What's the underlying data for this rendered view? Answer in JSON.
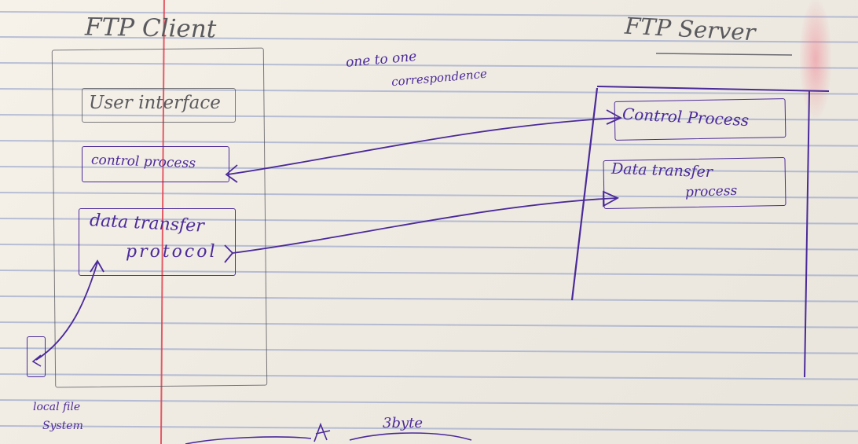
{
  "client": {
    "title": "FTP Client",
    "user_interface": "User interface",
    "control_process": "control process",
    "data_transfer_line1": "data transfer",
    "data_transfer_line2": "protocol"
  },
  "server": {
    "title": "FTP Server",
    "control_process": "Control Process",
    "data_transfer_line1": "Data transfer",
    "data_transfer_line2": "process"
  },
  "correspondence_line1": "one to one",
  "correspondence_line2": "correspondence",
  "local_file_line1": "local file",
  "local_file_line2": "System",
  "bottom_text_1": "3byte",
  "colors": {
    "paper": "#f3efe6",
    "ruled_line": "#6e82be",
    "margin_line": "#e2404e",
    "pencil": "#5a5a5e",
    "ink": "#4b2a9a"
  }
}
